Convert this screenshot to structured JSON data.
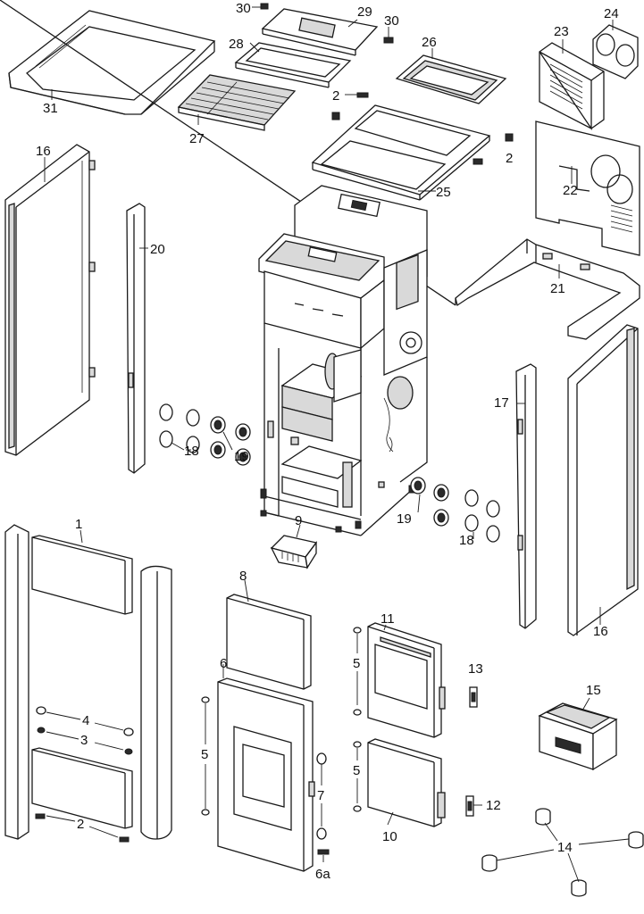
{
  "title": "",
  "callouts": {
    "c1": "1",
    "c2a": "2",
    "c2b": "2",
    "c2c": "2",
    "c3": "3",
    "c4": "4",
    "c5a": "5",
    "c5b": "5",
    "c5c": "5",
    "c6": "6",
    "c6a": "6a",
    "c7": "7",
    "c8": "8",
    "c9": "9",
    "c10": "10",
    "c11": "11",
    "c12": "12",
    "c13": "13",
    "c14": "14",
    "c15": "15",
    "c16a": "16",
    "c16b": "16",
    "c17": "17",
    "c18a": "18",
    "c18b": "18",
    "c19a": "19",
    "c19b": "19",
    "c20": "20",
    "c21": "21",
    "c22": "22",
    "c23": "23",
    "c24": "24",
    "c25": "25",
    "c26": "26",
    "c27": "27",
    "c28": "28",
    "c29": "29",
    "c30a": "30",
    "c30b": "30",
    "c31": "31"
  }
}
